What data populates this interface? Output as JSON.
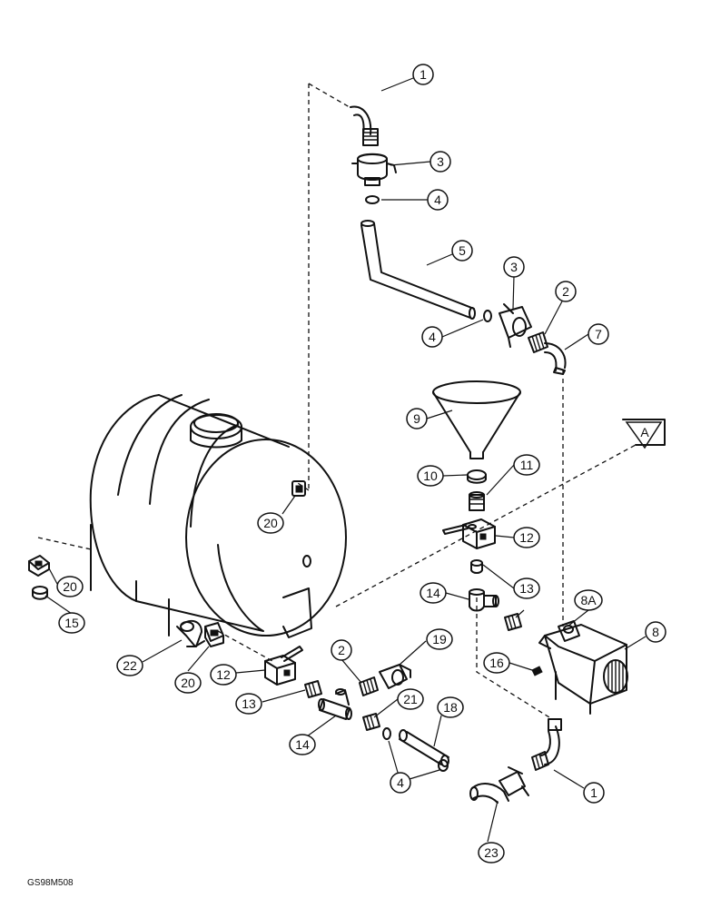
{
  "figure_code": "GS98M508",
  "section_marker": "A",
  "callouts": {
    "c1_top": "1",
    "c3_top": "3",
    "c4_top": "4",
    "c5": "5",
    "c3_mid": "3",
    "c2_top": "2",
    "c4_mid": "4",
    "c7": "7",
    "c9": "9",
    "c10": "10",
    "c11": "11",
    "c12_right": "12",
    "c13_right": "13",
    "c14_right": "14",
    "c20_tank": "20",
    "c20_left": "20",
    "c15": "15",
    "c8a": "8A",
    "c8": "8",
    "c16": "16",
    "c22": "22",
    "c20_bottom": "20",
    "c12_left": "12",
    "c2_bottom": "2",
    "c19": "19",
    "c13_left": "13",
    "c21": "21",
    "c18": "18",
    "c14_left": "14",
    "c4_bottom": "4",
    "c1_bottom": "1",
    "c23": "23"
  }
}
